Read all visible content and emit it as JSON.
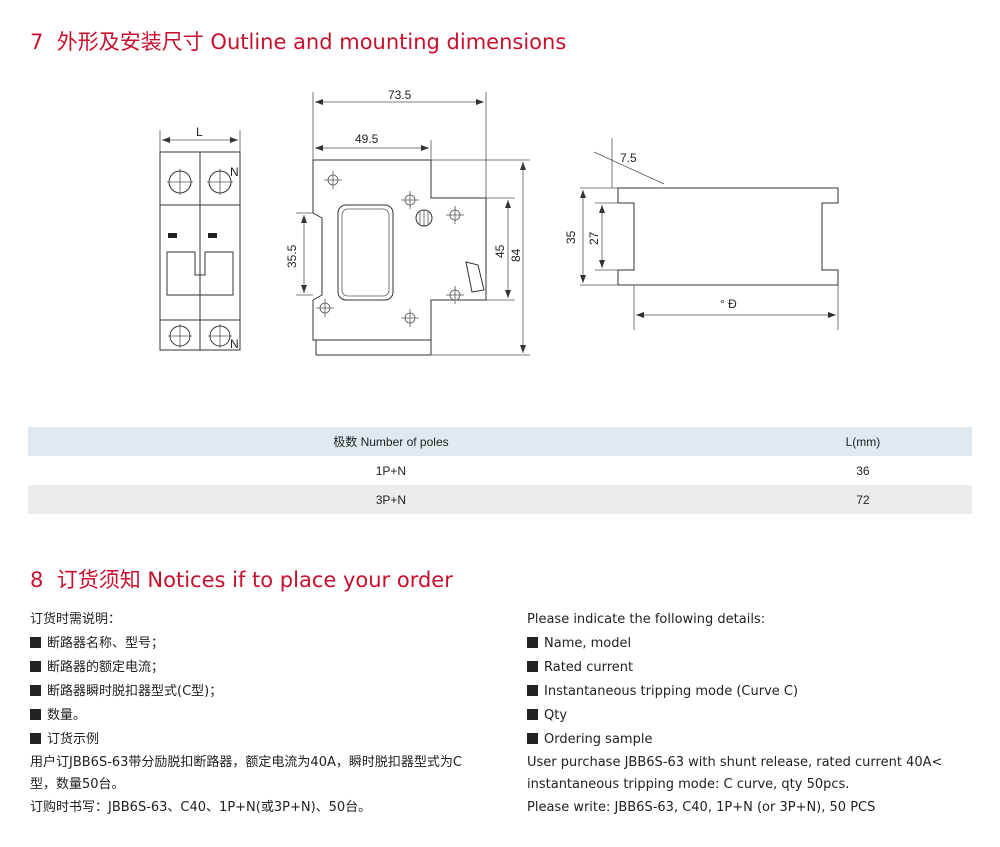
{
  "section7": {
    "number": "7",
    "title_cn": "外形及安装尺寸",
    "title_en": "Outline and mounting dimensions"
  },
  "drawing": {
    "front_L": "L",
    "n_label": "N",
    "dim_73_5": "73.5",
    "dim_49_5": "49.5",
    "dim_35_5": "35.5",
    "dim_45": "45",
    "dim_84": "84",
    "dim_7_5": "7.5",
    "dim_35": "35",
    "dim_27": "27",
    "dim_rail": "° Đ"
  },
  "table": {
    "headers": [
      "极数 Number of poles",
      "L(mm)"
    ],
    "rows": [
      [
        "1P+N",
        "36"
      ],
      [
        "3P+N",
        "72"
      ]
    ]
  },
  "section8": {
    "number": "8",
    "title_cn": "订货须知",
    "title_en": "Notices if to place your order"
  },
  "order_cn": {
    "intro": "订货时需说明：",
    "items": [
      "断路器名称、型号；",
      "断路器的额定电流；",
      "断路器瞬时脱扣器型式(C型)；",
      "数量。",
      "订货示例"
    ],
    "example": "用户订JBB6S-63带分励脱扣断路器，额定电流为40A，瞬时脱扣器型式为C型，数量50台。",
    "write": "订购时书写：JBB6S-63、C40、1P+N(或3P+N)、50台。"
  },
  "order_en": {
    "intro": "Please indicate the following details:",
    "items": [
      "Name, model",
      "Rated current",
      "Instantaneous tripping mode (Curve C)",
      "Qty",
      "Ordering sample"
    ],
    "example": "User purchase JBB6S-63 with shunt release, rated current 40A< instantaneous tripping mode: C curve, qty 50pcs.",
    "write": "Please write: JBB6S-63, C40, 1P+N (or 3P+N), 50 PCS"
  }
}
